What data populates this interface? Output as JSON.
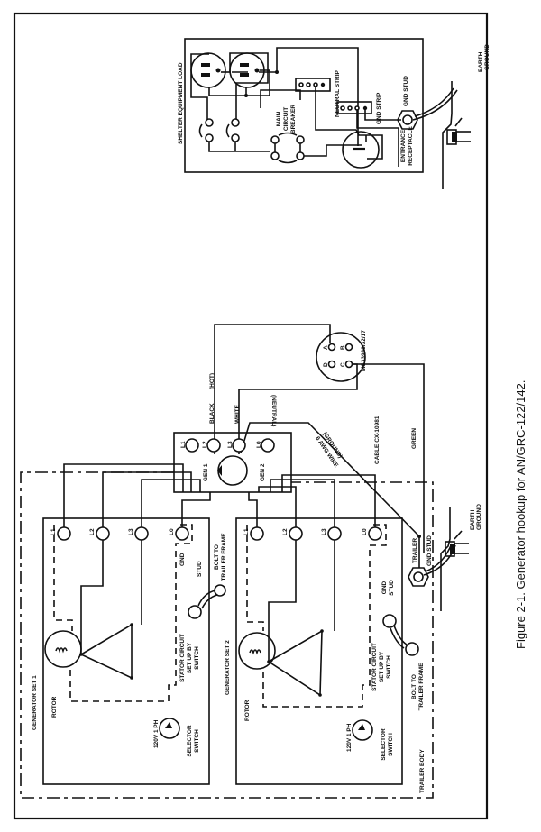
{
  "figure": {
    "caption": "Figure 2-1.  Generator hookup for AN/GRC-122/142."
  },
  "shelter": {
    "title": "SHELTER EQUIPMENT LOAD",
    "neutral_strip": "NEUTRAL STRIP",
    "gnd_strip": "GND STRIP",
    "gnd_stud": "GND STUD",
    "main_breaker": [
      "MAIN",
      "CIRCUIT",
      "BREAKER"
    ],
    "entrance": [
      "ENTRANCE",
      "RECEPTACLE"
    ],
    "earth_ground": [
      "EARTH",
      "GROUND"
    ]
  },
  "connector": {
    "part_number": "MS33989/32/17",
    "pins": [
      "A",
      "B",
      "C",
      "D"
    ]
  },
  "wires": {
    "black": "BLACK",
    "hot": "(HOT)",
    "white": "WHITE",
    "neutral": "(NEUTRAL)",
    "cable": "CABLE CX-10981",
    "green": "GREEN",
    "ground_wire": [
      "6 AWG WIRE",
      "(GROUND)"
    ]
  },
  "switchbox": {
    "terminals": [
      "L1",
      "L2",
      "L3",
      "L0"
    ],
    "gen1": "GEN 1",
    "gen2": "GEN 2"
  },
  "trailer": {
    "gnd_stud": [
      "TRAILER",
      "GND STUD"
    ],
    "earth_ground": [
      "EARTH",
      "GROUND"
    ],
    "body": "TRAILER BODY"
  },
  "generator_sets": [
    {
      "title": "GENERATOR SET 1",
      "terminals": [
        "L1",
        "L2",
        "L3",
        "L0"
      ],
      "rotor": "ROTOR",
      "voltage": "120V 1 PH",
      "selector": [
        "SELECTOR",
        "SWITCH"
      ],
      "stator": [
        "STATOR CIRCUIT",
        "SET UP BY",
        "SWITCH"
      ],
      "gnd": "GND",
      "stud": "STUD",
      "bolt": [
        "BOLT TO",
        "TRAILER FRAME"
      ]
    },
    {
      "title": "GENERATOR SET 2",
      "terminals": [
        "L1",
        "L2",
        "L3",
        "L0"
      ],
      "rotor": "ROTOR",
      "voltage": "120V 1 PH",
      "selector": [
        "SELECTOR",
        "SWITCH"
      ],
      "stator": [
        "STATOR CIRCUIT",
        "SET UP BY",
        "SWITCH"
      ],
      "gnd_stud": [
        "GND",
        "STUD"
      ],
      "bolt": [
        "BOLT TO",
        "TRAILER FRAME"
      ]
    }
  ]
}
